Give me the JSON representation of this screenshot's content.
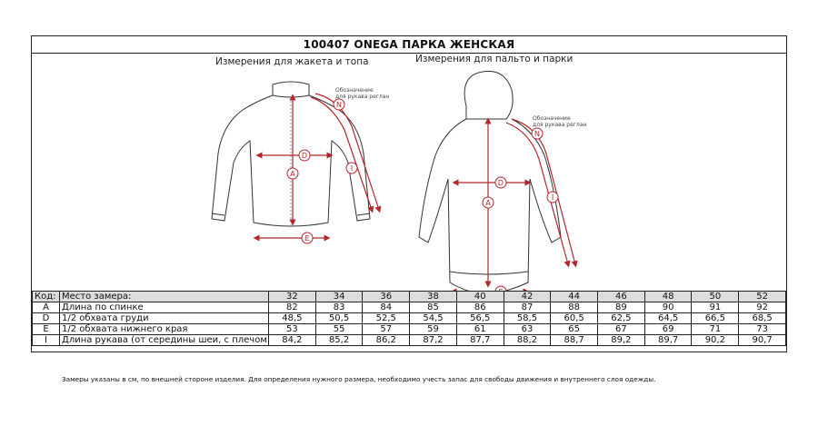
{
  "title": "100407 ONEGA ПАРКА ЖЕНСКАЯ",
  "captions": {
    "jacket": "Измерения для жакета и топа",
    "parka": "Измерения для пальто и парки",
    "raglan_note_line1": "Обозначение",
    "raglan_note_line2": "для рукава реглан"
  },
  "markers": {
    "a": "A",
    "d": "D",
    "e": "E",
    "i": "I",
    "n": "N"
  },
  "table": {
    "code_header": "Код:",
    "place_header": "Место замера:",
    "sizes": [
      "32",
      "34",
      "36",
      "38",
      "40",
      "42",
      "44",
      "46",
      "48",
      "50",
      "52"
    ],
    "rows": [
      {
        "code": "A",
        "name": "Длина по спинке",
        "values": [
          "82",
          "83",
          "84",
          "85",
          "86",
          "87",
          "88",
          "89",
          "90",
          "91",
          "92"
        ]
      },
      {
        "code": "D",
        "name": "1/2 обхвата груди",
        "values": [
          "48,5",
          "50,5",
          "52,5",
          "54,5",
          "56,5",
          "58,5",
          "60,5",
          "62,5",
          "64,5",
          "66,5",
          "68,5"
        ]
      },
      {
        "code": "E",
        "name": "1/2 обхвата нижнего края",
        "values": [
          "53",
          "55",
          "57",
          "59",
          "61",
          "63",
          "65",
          "67",
          "69",
          "71",
          "73"
        ]
      },
      {
        "code": "I",
        "name": "Длина рукава (от середины шеи, с плечом)",
        "values": [
          "84,2",
          "85,2",
          "86,2",
          "87,2",
          "87,7",
          "88,2",
          "88,7",
          "89,2",
          "89,7",
          "90,2",
          "90,7"
        ]
      }
    ]
  },
  "footnote": "Замеры указаны в см, по внешней стороне изделия. Для определения нужного размера, необходимо учесть запас для свободы движения и внутреннего слоя одежды.",
  "colors": {
    "measure": "#b3262c",
    "outline": "#333333",
    "header_bg": "#dcdcdc"
  }
}
